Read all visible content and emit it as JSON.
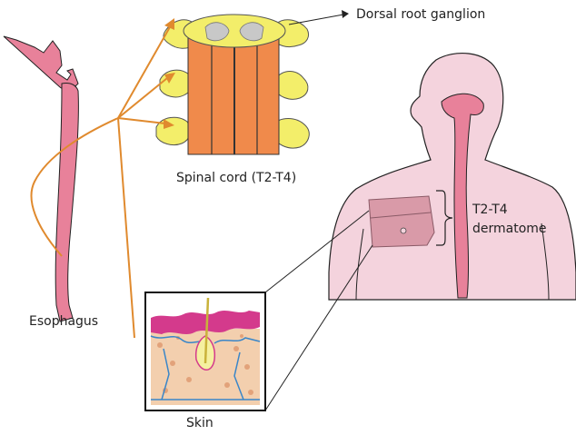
{
  "labels": {
    "dorsal_root_ganglion": "Dorsal root ganglion",
    "spinal_cord": "Spinal cord (T2-T4)",
    "dermatome_line1": "T2-T4",
    "dermatome_line2": "dermatome",
    "esophagus": "Esophagus",
    "skin": "Skin"
  },
  "colors": {
    "nerve_orange": "#e08a2e",
    "spinal_cord_orange": "#f08a4b",
    "ganglion_yellow": "#f3ee6a",
    "esophagus_pink": "#e8819a",
    "body_pink": "#f4d3dd",
    "dermatome_mauve": "#d99aa8",
    "skin_magenta": "#d43a8c",
    "skin_tan": "#ebb58c",
    "skin_blue": "#3a86c8"
  }
}
